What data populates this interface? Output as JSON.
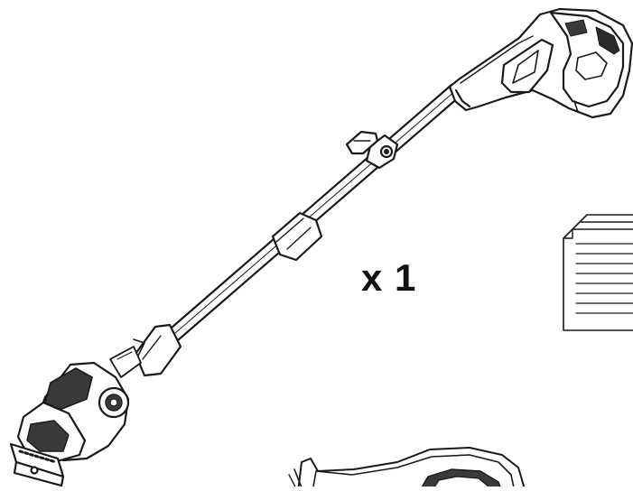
{
  "diagram": {
    "quantity_label": "x 1",
    "parts": [
      {
        "name": "string-trimmer",
        "icon": "string-trimmer-icon"
      },
      {
        "name": "manual",
        "icon": "document-icon"
      },
      {
        "name": "guard",
        "icon": "guard-icon"
      }
    ]
  },
  "colors": {
    "line": "#1a1a1a",
    "fill": "#ffffff",
    "shade": "#3a3a3a"
  }
}
